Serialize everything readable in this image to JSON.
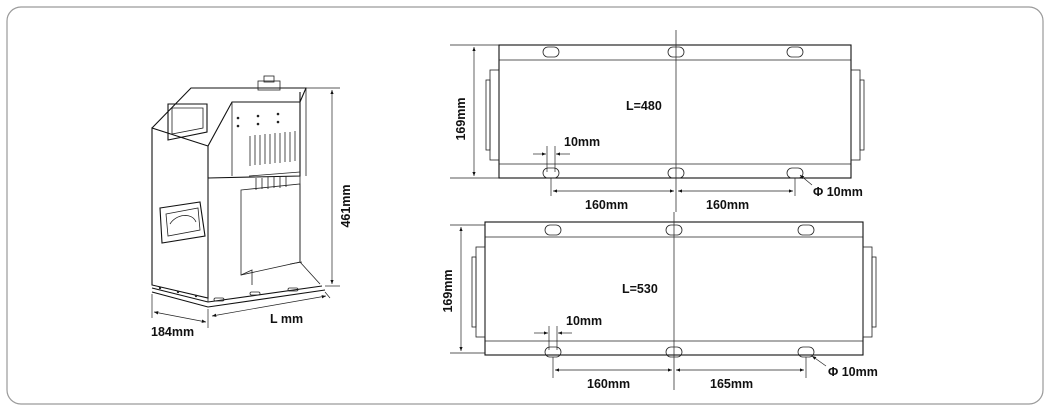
{
  "machine": {
    "height_label": "461mm",
    "depth_label": "184mm",
    "length_label": "L mm"
  },
  "top_plan": {
    "length_label": "L=480",
    "width_label": "169mm",
    "slot_label": "10mm",
    "spacing_left": "160mm",
    "spacing_right": "160mm",
    "hole_label": "Φ 10mm"
  },
  "bottom_plan": {
    "length_label": "L=530",
    "width_label": "169mm",
    "slot_label": "10mm",
    "spacing_left": "160mm",
    "spacing_right": "165mm",
    "hole_label": "Φ 10mm"
  }
}
